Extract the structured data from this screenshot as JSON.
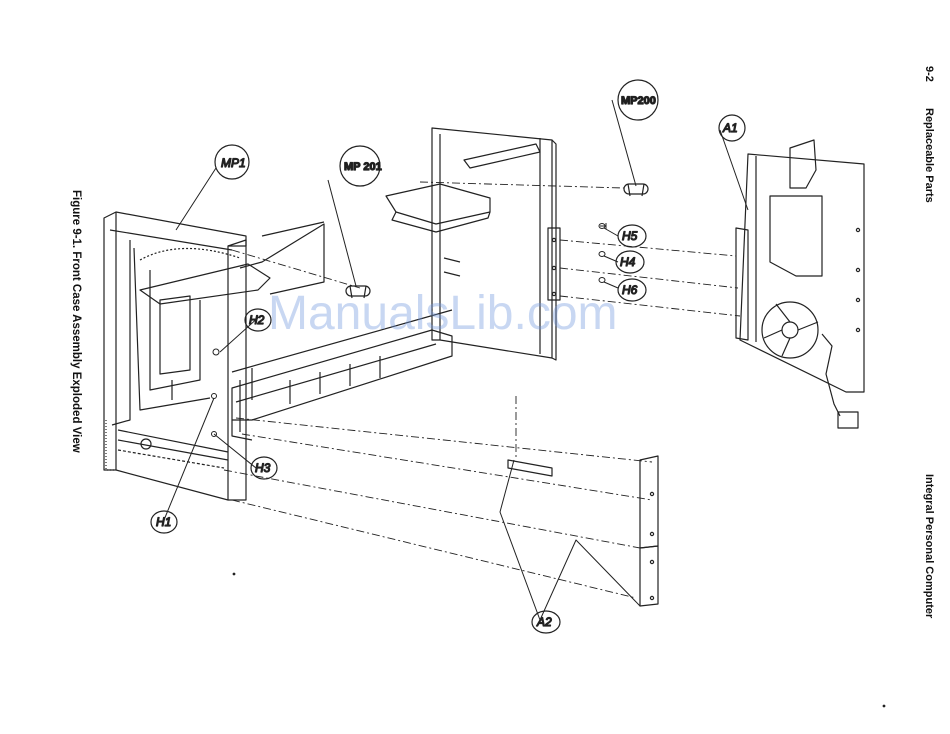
{
  "page": {
    "page_number": "9-2",
    "section_title": "Replaceable Parts",
    "book_title": "Integral Personal Computer",
    "figure_caption": "Figure 9-1. Front Case Assembly Exploded View"
  },
  "callouts": {
    "mp1": "MP1",
    "mp201": "MP 201",
    "mp200": "MP200",
    "a1": "A1",
    "a2": "A2",
    "h1": "H1",
    "h2": "H2",
    "h3": "H3",
    "h4": "H4",
    "h5": "H5",
    "h6": "H6"
  },
  "watermark": "ManualsLib.com"
}
